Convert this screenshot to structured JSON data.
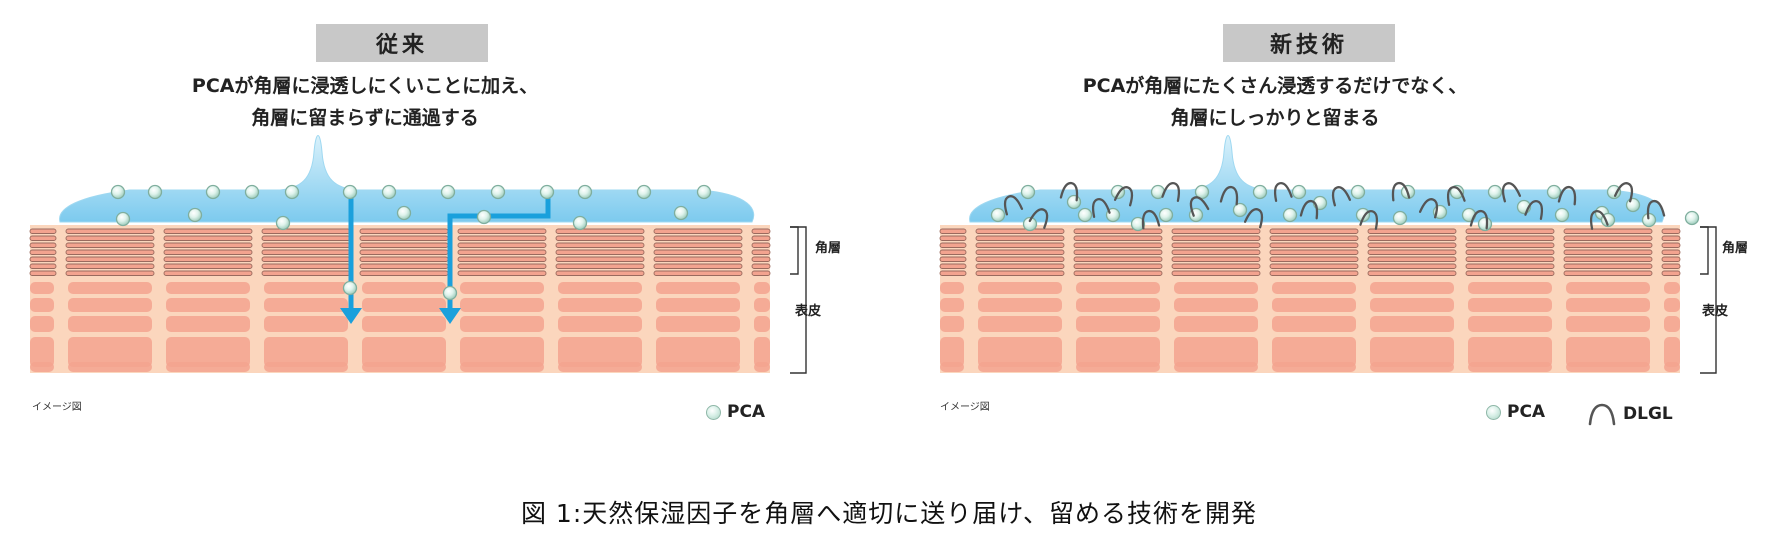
{
  "panels": {
    "left": {
      "title": "従来",
      "subtitle_line1": "PCAが角層に浸透しにくいことに加え、",
      "subtitle_line2": "角層に留まらずに通過する",
      "label_stratum_corneum": "角層",
      "label_epidermis": "表皮",
      "note": "イメージ図",
      "legend_pca": "PCA"
    },
    "right": {
      "title": "新技術",
      "subtitle_line1": "PCAが角層にたくさん浸透するだけでなく、",
      "subtitle_line2": "角層にしっかりと留まる",
      "label_stratum_corneum": "角層",
      "label_epidermis": "表皮",
      "note": "イメージ図",
      "legend_pca": "PCA",
      "legend_dlgl": "DLGL"
    }
  },
  "caption": "図 1:天然保湿因子を角層へ適切に送り届け、留める技術を開発",
  "colors": {
    "skin_bg": "#fbd6bd",
    "cell_fill": "#f3a38f",
    "cell_stroke": "#9a6a5e",
    "droplet": "#8fd2ee",
    "arrow": "#1aa0dc",
    "pca_fill": "#d9f0e8",
    "dlgl": "#555555"
  }
}
